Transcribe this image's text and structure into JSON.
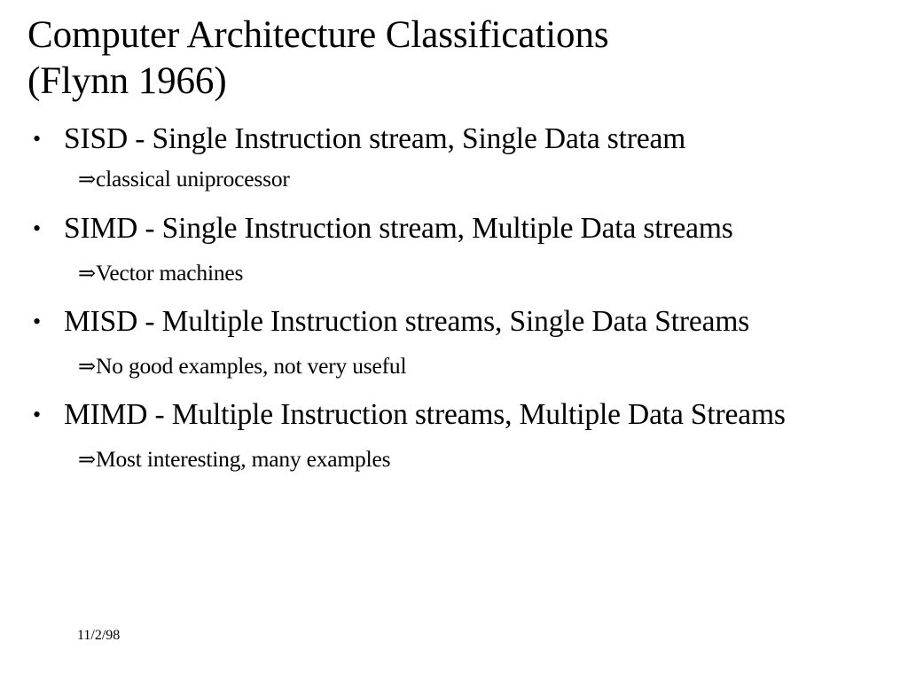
{
  "slide": {
    "background_color": "#ffffff",
    "text_color": "#000000",
    "title": {
      "line1": "Computer Architecture Classifications",
      "line2": "(Flynn 1966)"
    },
    "bullet_marker": "•",
    "sub_bullet_marker": "⇒",
    "bullets": [
      {
        "label": "SISD - Single Instruction stream, Single Data stream",
        "acronym": "SISD",
        "sub": "classical uniprocessor"
      },
      {
        "label": "SIMD - Single Instruction stream, Multiple Data streams",
        "acronym": "SIMD",
        "sub": "Vector machines"
      },
      {
        "label": "MISD - Multiple Instruction streams, Single Data Streams",
        "acronym": "MISD",
        "sub": "No good examples, not very useful"
      },
      {
        "label": "MIMD - Multiple Instruction streams, Multiple Data Streams",
        "acronym": "MIMD",
        "sub": "Most interesting, many examples"
      }
    ],
    "footer": {
      "date": "11/2/98"
    }
  }
}
